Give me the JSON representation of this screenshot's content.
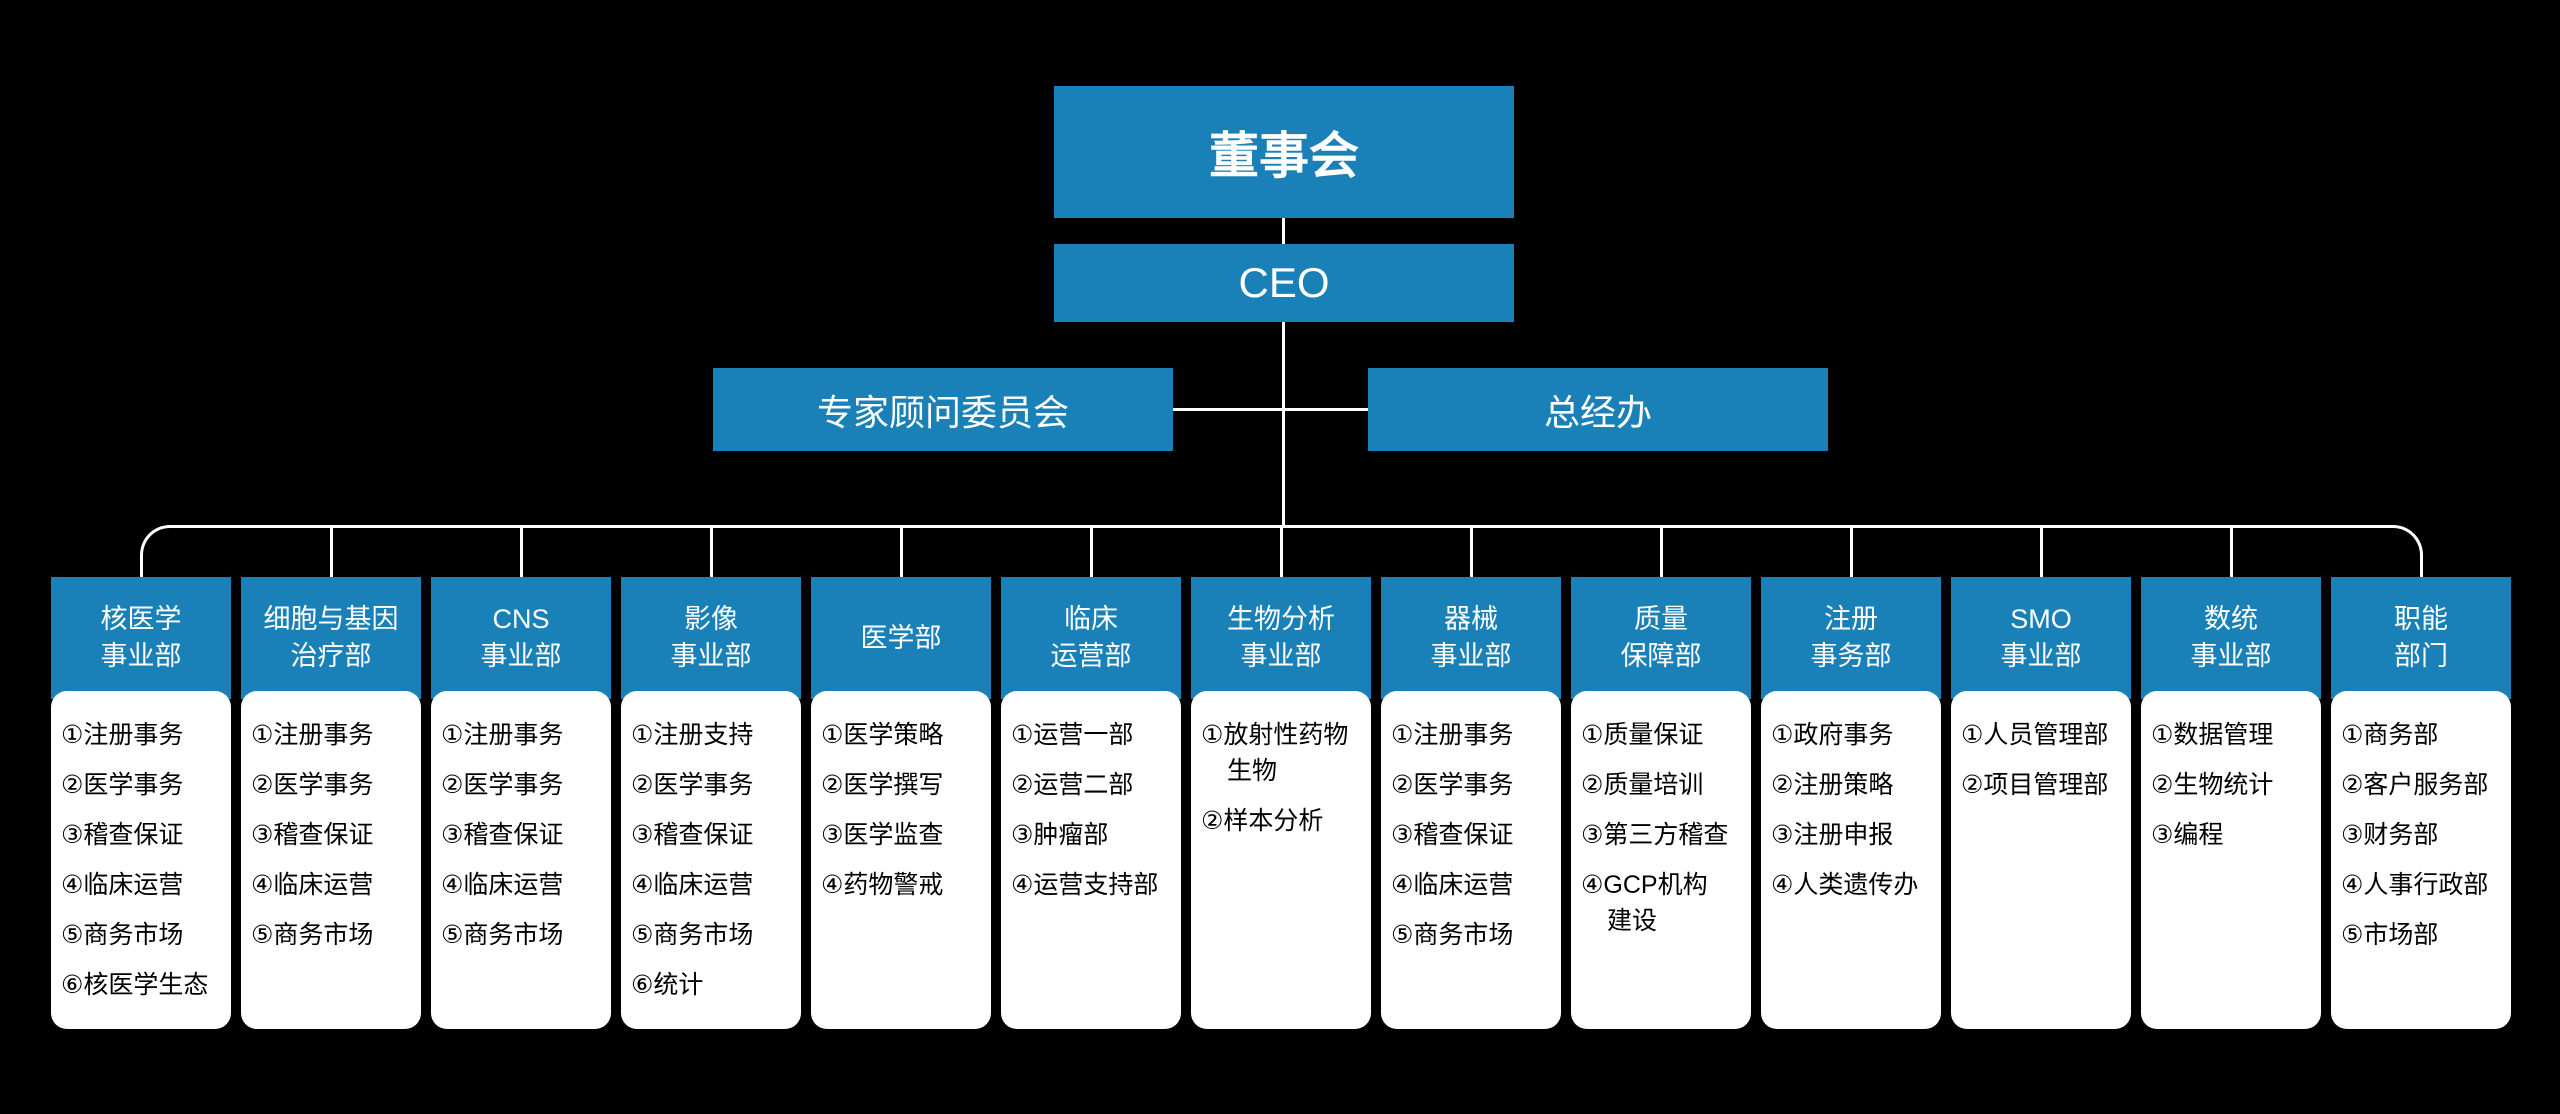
{
  "colors": {
    "accent": "#1A80B8",
    "background": "#000000",
    "line": "#FFFFFF",
    "panel": "#FFFFFF",
    "panel_text": "#000000"
  },
  "board": {
    "label": "董事会"
  },
  "ceo": {
    "label": "CEO"
  },
  "advisory": {
    "label": "专家顾问委员会"
  },
  "gm_office": {
    "label": "总经办"
  },
  "departments": [
    {
      "title_lines": [
        "核医学",
        "事业部"
      ],
      "items": [
        "①注册事务",
        "②医学事务",
        "③稽查保证",
        "④临床运营",
        "⑤商务市场",
        "⑥核医学生态"
      ]
    },
    {
      "title_lines": [
        "细胞与基因",
        "治疗部"
      ],
      "items": [
        "①注册事务",
        "②医学事务",
        "③稽查保证",
        "④临床运营",
        "⑤商务市场"
      ]
    },
    {
      "title_lines": [
        "CNS",
        "事业部"
      ],
      "items": [
        "①注册事务",
        "②医学事务",
        "③稽查保证",
        "④临床运营",
        "⑤商务市场"
      ]
    },
    {
      "title_lines": [
        "影像",
        "事业部"
      ],
      "items": [
        "①注册支持",
        "②医学事务",
        "③稽查保证",
        "④临床运营",
        "⑤商务市场",
        "⑥统计"
      ]
    },
    {
      "title_lines": [
        "医学部"
      ],
      "items": [
        "①医学策略",
        "②医学撰写",
        "③医学监查",
        "④药物警戒"
      ]
    },
    {
      "title_lines": [
        "临床",
        "运营部"
      ],
      "items": [
        "①运营一部",
        "②运营二部",
        "③肿瘤部",
        "④运营支持部"
      ]
    },
    {
      "title_lines": [
        "生物分析",
        "事业部"
      ],
      "items": [
        "①放射性药物\n生物",
        "②样本分析"
      ]
    },
    {
      "title_lines": [
        "器械",
        "事业部"
      ],
      "items": [
        "①注册事务",
        "②医学事务",
        "③稽查保证",
        "④临床运营",
        "⑤商务市场"
      ]
    },
    {
      "title_lines": [
        "质量",
        "保障部"
      ],
      "items": [
        "①质量保证",
        "②质量培训",
        "③第三方稽查",
        "④GCP机构\n建设"
      ]
    },
    {
      "title_lines": [
        "注册",
        "事务部"
      ],
      "items": [
        "①政府事务",
        "②注册策略",
        "③注册申报",
        "④人类遗传办"
      ]
    },
    {
      "title_lines": [
        "SMO",
        "事业部"
      ],
      "items": [
        "①人员管理部",
        "②项目管理部"
      ]
    },
    {
      "title_lines": [
        "数统",
        "事业部"
      ],
      "items": [
        "①数据管理",
        "②生物统计",
        "③编程"
      ]
    },
    {
      "title_lines": [
        "职能",
        "部门"
      ],
      "items": [
        "①商务部",
        "②客户服务部",
        "③财务部",
        "④人事行政部",
        "⑤市场部"
      ]
    }
  ]
}
